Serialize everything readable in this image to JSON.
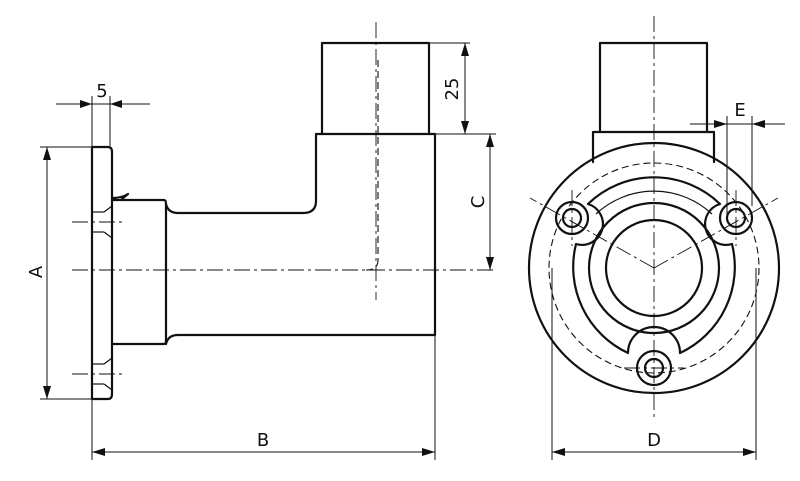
{
  "drawing": {
    "dimensions": {
      "flange_thickness": "5",
      "spigot_length": "25",
      "flange_height": "A",
      "overall_length": "B",
      "height_c": "C",
      "flange_diameter": "D",
      "offset_e": "E"
    },
    "colors": {
      "line": "#111111",
      "background": "#ffffff"
    }
  }
}
